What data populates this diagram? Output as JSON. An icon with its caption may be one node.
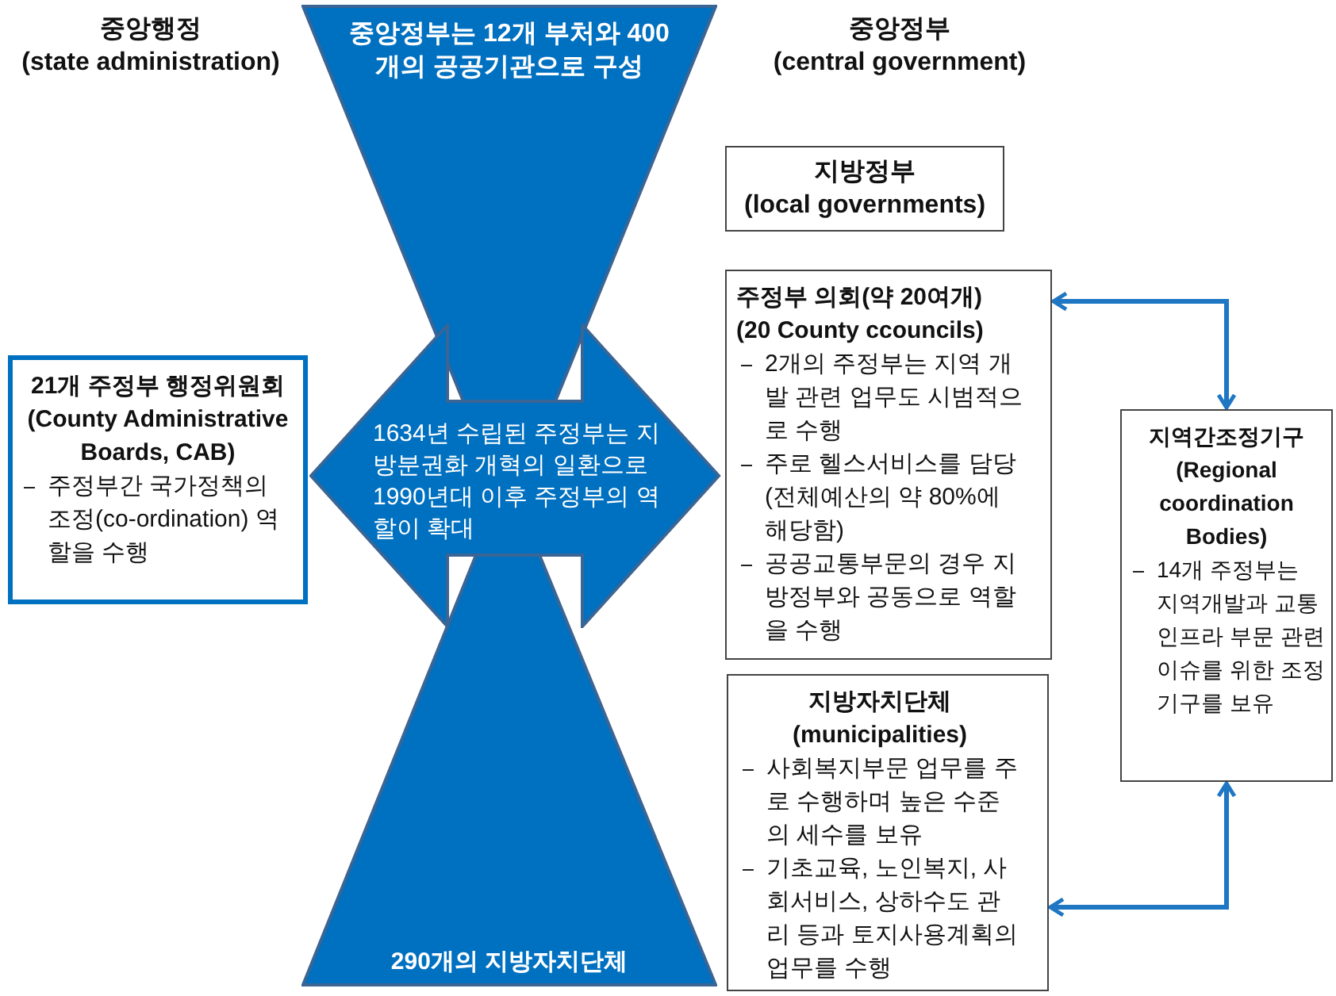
{
  "diagram": {
    "nodes": [
      {
        "text": [
          "중앙정부는 12개 부처와 400개의 공공기관으로 구성"
        ]
      },
      {
        "text": [
          "1634년 수립된 주정부는 지방분권화 개혁의 일환으로 1990년대 이후 주정부의 역할이 확대"
        ]
      },
      {
        "text": [
          "290개의 지방자치단체"
        ]
      },
      {
        "text": [
          "21개 주정부 행정위원회 (County Administrative Boards, CAB)",
          "주정부간 국가정책의 조정(co-ordination) 역할을 수행"
        ]
      },
      {
        "text": [
          "지방정부 (local governments)"
        ]
      },
      {
        "text": [
          "주정부 의회(약 20여개) (20 County ccouncils)",
          "2개의 주정부는 지역 개발 관련 업무도 시범적으로 수행",
          "주로 헬스서비스를 담당(전체예산의 약 80%에 해당함)",
          "공공교통부문의 경우 지방정부와 공동으로 역할을 수행"
        ]
      },
      {
        "text": [
          "지역간조정기구 (Regional coordination Bodies)",
          "14개 주정부는 지역개발과 교통인프라 부문 관련 이슈를 위한 조정 기구를 보유"
        ]
      },
      {
        "text": [
          "지방자치단체 (municipalities)",
          "사회복지부문 업무를 주로 수행하며 높은 수준의 세수를 보유",
          "기초교육, 노인복지, 사회서비스, 상하수도 관리 등과 토지사용계획의 업무를 수행"
        ]
      }
    ],
    "edges": [
      {
        "from": 5,
        "to": 6,
        "arrow": "both"
      },
      {
        "from": 7,
        "to": 6,
        "arrow": "both"
      }
    ],
    "labels": [
      "중앙행정 (state administration)",
      "중앙정부 (central government)"
    ]
  }
}
